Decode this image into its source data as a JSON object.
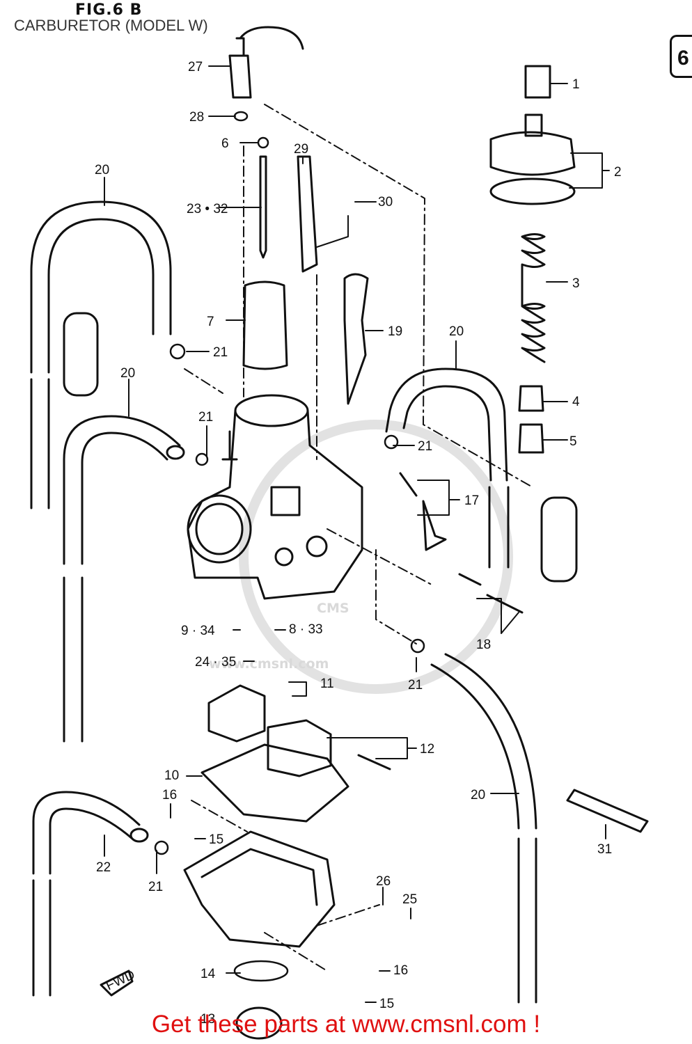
{
  "figure": {
    "id": "FIG.6 B",
    "title": "CARBURETOR (MODEL W)",
    "tab_mark": "6"
  },
  "watermark": {
    "logo": "CMS",
    "url": "www.cmsnl.com"
  },
  "callouts": {
    "c1": "1",
    "c2": "2",
    "c3": "3",
    "c4": "4",
    "c5": "5",
    "c6": "6",
    "c7": "7",
    "c8_33": "8 · 33",
    "c9_34": "9 · 34",
    "c10": "10",
    "c11": "11",
    "c12": "12",
    "c13": "13",
    "c14": "14",
    "c15a": "15",
    "c15b": "15",
    "c16a": "16",
    "c16b": "16",
    "c17": "17",
    "c18": "18",
    "c19": "19",
    "c20a": "20",
    "c20b": "20",
    "c20c": "20",
    "c20d": "20",
    "c21a": "21",
    "c21b": "21",
    "c21c": "21",
    "c21d": "21",
    "c21e": "21",
    "c22": "22",
    "c23_32": "23 • 32",
    "c24_35": "24 · 35",
    "c25": "25",
    "c26": "26",
    "c27": "27",
    "c28": "28",
    "c29": "29",
    "c30": "30",
    "c31": "31"
  },
  "direction_marker": "FWD",
  "footer": {
    "link_text": "Get these parts at www.cmsnl.com !",
    "color": "#e01010"
  }
}
